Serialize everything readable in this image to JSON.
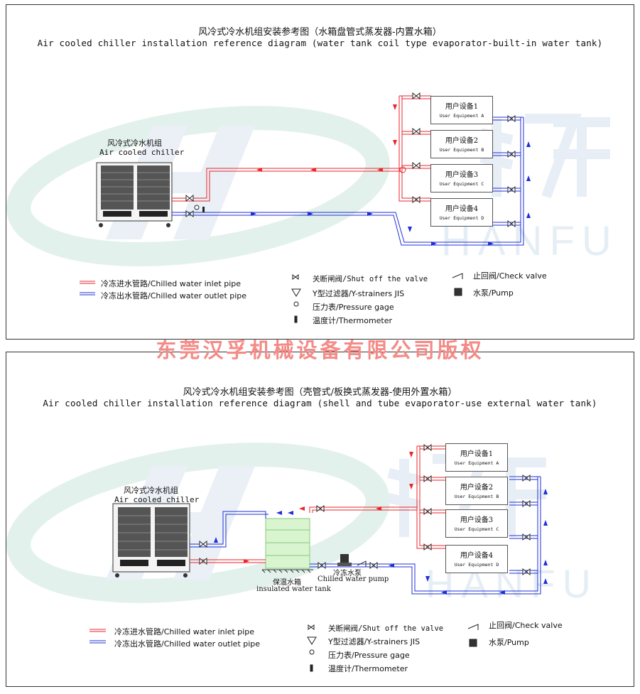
{
  "colors": {
    "inlet": "#e8262b",
    "outlet": "#1f2fd6",
    "watermark": "#e6eef5",
    "watermark_logo": "#e3f1ec",
    "copyright": "#f48b87"
  },
  "panel1": {
    "title_cn": "风冷式冷水机组安装参考图（水箱盘管式蒸发器-内置水箱）",
    "title_en": "Air cooled chiller installation reference diagram (water tank coil type evaporator-built-in water tank)",
    "chiller_cn": "风冷式冷水机组",
    "chiller_en": "Air cooled chiller",
    "equipment": [
      {
        "cn": "用户设备1",
        "en": "User Equipment A"
      },
      {
        "cn": "用户设备2",
        "en": "User Equipment B"
      },
      {
        "cn": "用户设备3",
        "en": "User Equipment C"
      },
      {
        "cn": "用户设备4",
        "en": "User Equipment D"
      }
    ],
    "legend": {
      "inlet": "冷冻进水管路/Chilled water inlet pipe",
      "outlet": "冷冻出水管路/Chilled water outlet pipe",
      "shutoff": "关断闸阀/Shut off the valve",
      "strainer": "Y型过滤器/Y-strainers JIS",
      "pressure": "压力表/Pressure gage",
      "thermometer": "温度计/Thermometer",
      "check": "止回阀/Check valve",
      "pump": "水泵/Pump"
    },
    "watermark_hanfu": "HANFU"
  },
  "copyright": "东莞汉孚机械设备有限公司版权",
  "panel2": {
    "title_cn": "风冷式冷水机组安装参考图（壳管式/板换式蒸发器-使用外置水箱）",
    "title_en": "Air cooled chiller installation reference diagram (shell and tube evaporator-use external water tank)",
    "chiller_cn": "风冷式冷水机组",
    "chiller_en": "Air cooled chiller",
    "tank_cn": "保温水箱",
    "tank_en": "insulated water tank",
    "pump_cn": "冷冻水泵",
    "pump_en": "Chilled water pump",
    "equipment": [
      {
        "cn": "用户设备1",
        "en": "User Equipment A"
      },
      {
        "cn": "用户设备2",
        "en": "User Equipment B"
      },
      {
        "cn": "用户设备3",
        "en": "User Equipment C"
      },
      {
        "cn": "用户设备4",
        "en": "User Equipment D"
      }
    ],
    "legend": {
      "inlet": "冷冻进水管路/Chilled water inlet pipe",
      "outlet": "冷冻出水管路/Chilled water outlet pipe",
      "shutoff": "关断闸阀/Shut off the valve",
      "strainer": "Y型过滤器/Y-strainers JIS",
      "pressure": "压力表/Pressure gage",
      "thermometer": "温度计/Thermometer",
      "check": "止回阀/Check valve",
      "pump": "水泵/Pump"
    },
    "watermark_hanfu": "HANFU"
  }
}
